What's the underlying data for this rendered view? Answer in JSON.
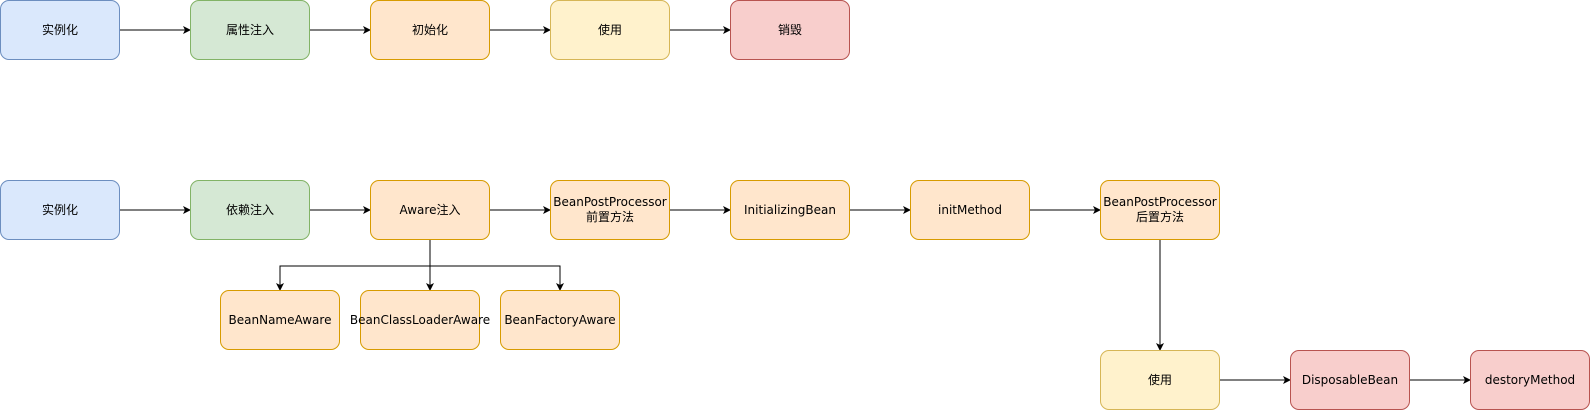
{
  "colors": {
    "blue": {
      "fill": "#dae8fc",
      "stroke": "#6c8ebf"
    },
    "green": {
      "fill": "#d5e8d4",
      "stroke": "#82b366"
    },
    "orange": {
      "fill": "#ffe6cc",
      "stroke": "#d79b00"
    },
    "yellow": {
      "fill": "#fff2cc",
      "stroke": "#d6b656"
    },
    "red": {
      "fill": "#f8cecc",
      "stroke": "#b85450"
    }
  },
  "simple_flow": {
    "instantiate": "实例化",
    "populate": "属性注入",
    "initialize": "初始化",
    "use": "使用",
    "destroy": "销毁"
  },
  "detailed_flow": {
    "instantiate": "实例化",
    "dependency_injection": "依赖注入",
    "aware_injection": "Aware注入",
    "bpp_before": "BeanPostProcessor\n前置方法",
    "initializing_bean": "InitializingBean",
    "init_method": "initMethod",
    "bpp_after": "BeanPostProcessor\n后置方法",
    "use": "使用",
    "disposable_bean": "DisposableBean",
    "destroy_method": "destoryMethod"
  },
  "aware_interfaces": {
    "bean_name_aware": "BeanNameAware",
    "bean_class_loader_aware": "BeanClassLoaderAware",
    "bean_factory_aware": "BeanFactoryAware"
  }
}
